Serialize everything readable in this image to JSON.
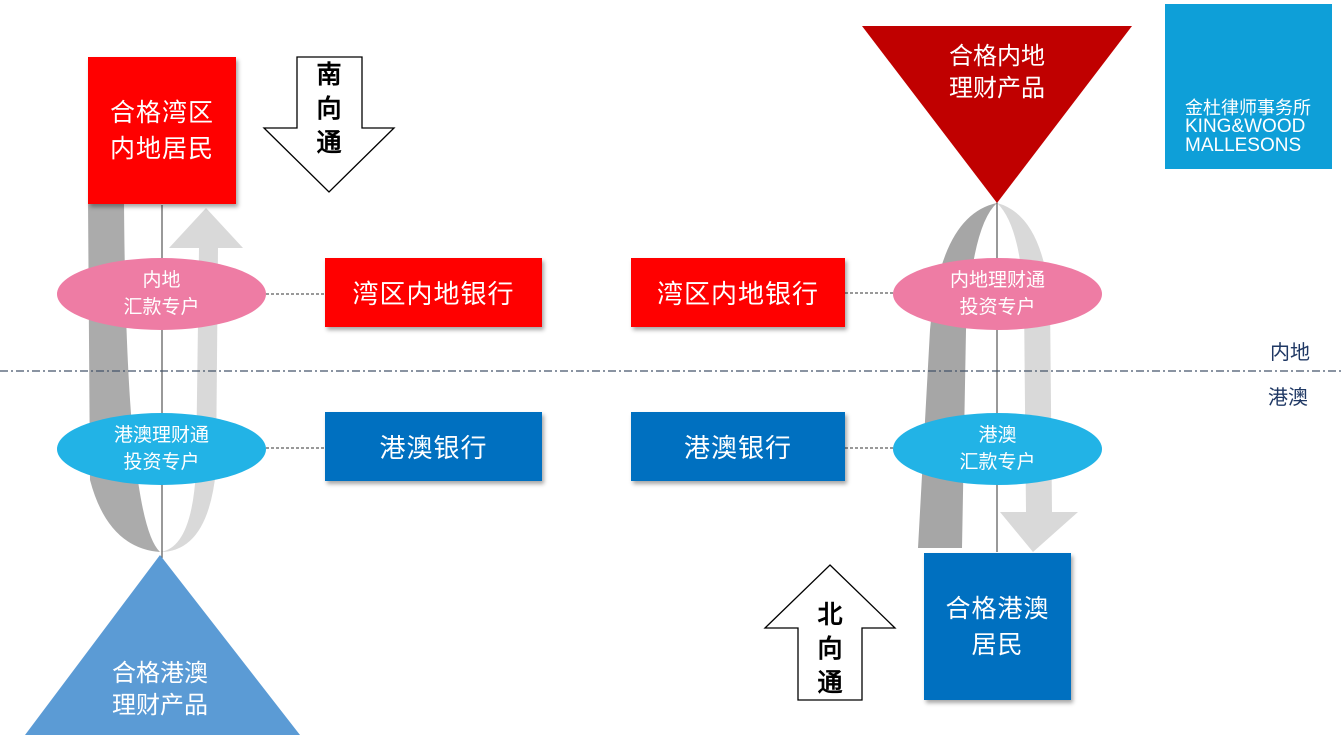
{
  "logo": {
    "name_cn": "金杜律师事务所",
    "name_en_line1": "KING&WOOD",
    "name_en_line2": "MALLESONS",
    "background": "#0e9fd8"
  },
  "regions": {
    "upper": "内地",
    "lower": "港澳"
  },
  "southbound": {
    "arrow_label": "南\n向\n通",
    "investor": "合格湾区\n内地居民",
    "mainland_account": "内地\n汇款专户",
    "hkmo_account": "港澳理财通\n投资专户",
    "mainland_bank": "湾区内地银行",
    "hkmo_bank": "港澳银行",
    "product": "合格港澳\n理财产品"
  },
  "northbound": {
    "arrow_label": "北\n向\n通",
    "product": "合格内地\n理财产品",
    "mainland_account": "内地理财通\n投资专户",
    "hkmo_account": "港澳\n汇款专户",
    "mainland_bank": "湾区内地银行",
    "hkmo_bank": "港澳银行",
    "investor": "合格港澳\n居民"
  },
  "colors": {
    "mainland_red": "#ff0000",
    "hkmo_blue": "#0070c0",
    "product_dark_red": "#c00000",
    "product_light_blue": "#5b9bd5",
    "pink_account": "#ee7ca4",
    "cyan_account": "#22b3e6"
  }
}
